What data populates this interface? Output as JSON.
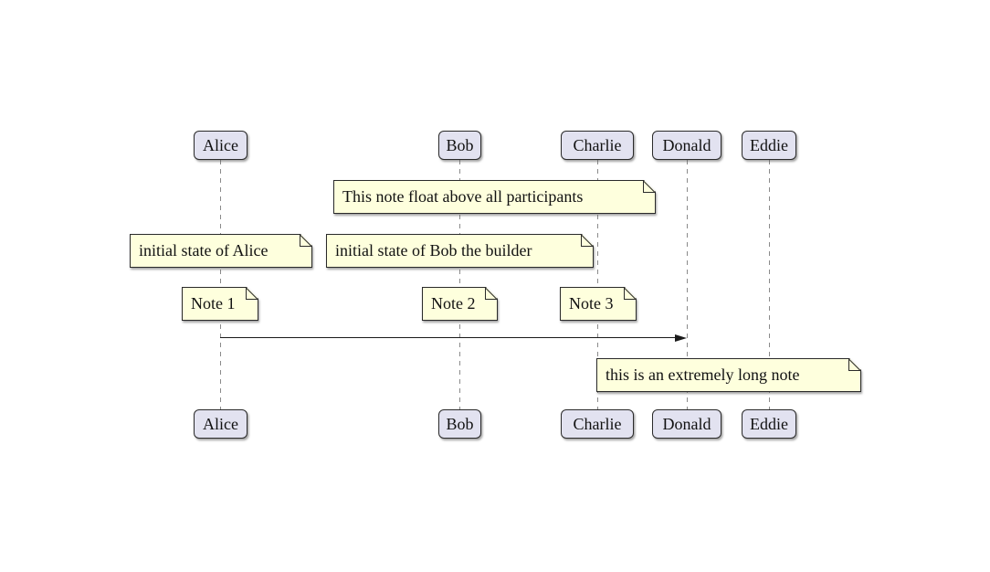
{
  "diagram": {
    "kind": "sequence-diagram"
  },
  "colors": {
    "background": "#FFFFFF",
    "participant_fill": "#E2E2F0",
    "participant_border": "#2A2A2A",
    "note_fill": "#FEFFDD",
    "note_border": "#2A2A2A",
    "lifeline": "#8A8A8A",
    "arrow": "#1A1A1A",
    "text": "#111111"
  },
  "participants": [
    {
      "name": "Alice"
    },
    {
      "name": "Bob"
    },
    {
      "name": "Charlie"
    },
    {
      "name": "Donald"
    },
    {
      "name": "Eddie"
    }
  ],
  "notes": [
    {
      "text": "This note float above all participants",
      "over": "Bob..Charlie"
    },
    {
      "text": "initial state of Alice",
      "over": "Alice"
    },
    {
      "text": "initial state of Bob the builder",
      "over": "Bob"
    },
    {
      "text": "Note 1",
      "over": "Alice"
    },
    {
      "text": "Note 2",
      "over": "Bob"
    },
    {
      "text": "Note 3",
      "over": "Charlie"
    },
    {
      "text": "this is an extremely long note",
      "over": "Donald"
    }
  ],
  "messages": [
    {
      "from": "Alice",
      "to": "Donald",
      "label": ""
    }
  ]
}
